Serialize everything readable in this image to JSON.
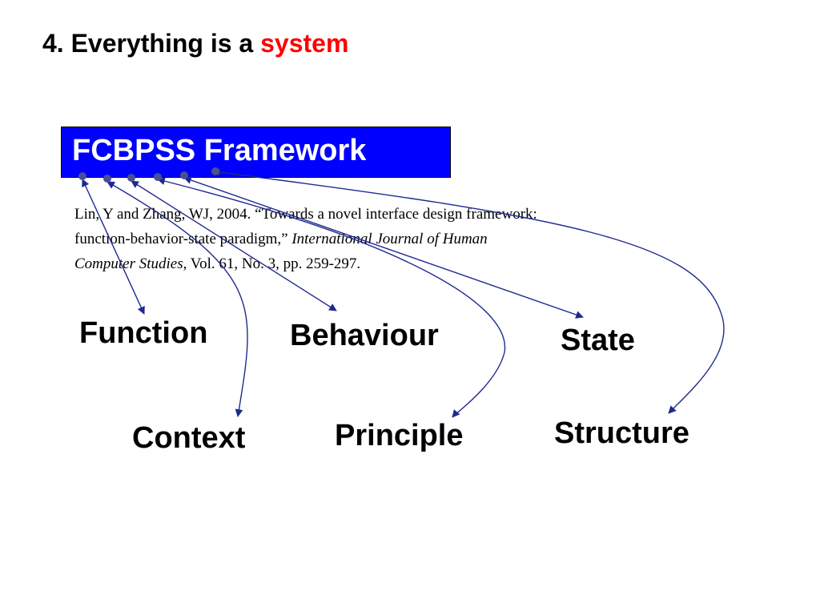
{
  "title": {
    "prefix": "4. Everything is a ",
    "accent": "system",
    "accent_color": "#ff0000"
  },
  "framework": {
    "label": "FCBPSS Framework",
    "fill_color": "#0000ff"
  },
  "citation": {
    "line1": "Lin, Y and Zhang, WJ, 2004. “Towards a novel interface design framework:",
    "line2_plain": "function-behavior-state paradigm,” ",
    "line2_italic": "International Journal of Human",
    "line3_italic": "Computer Studies",
    "line3_plain": ", Vol. 61, No. 3, pp. 259-297."
  },
  "concepts": {
    "function": "Function",
    "behaviour": "Behaviour",
    "state": "State",
    "context": "Context",
    "principle": "Principle",
    "structure": "Structure"
  },
  "arrow_color": "#1f2a8f"
}
